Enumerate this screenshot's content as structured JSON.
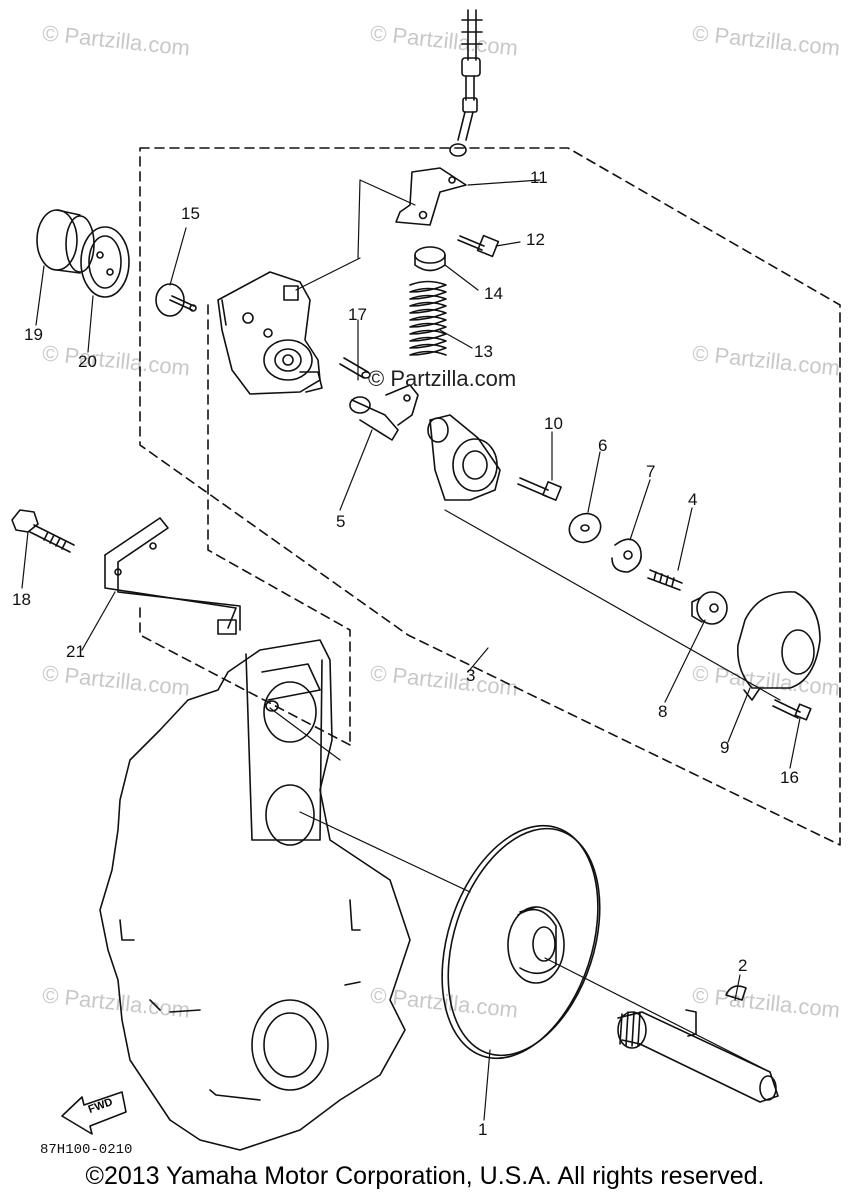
{
  "watermark_text": "© Partzilla.com",
  "center_watermark": "© Partzilla.com",
  "diagram_code": "87H100-0210",
  "fwd_label": "FWD",
  "copyright": "©2013  Yamaha Motor Corporation, U.S.A. All rights reserved.",
  "callouts": {
    "p1": "1",
    "p2": "2",
    "p3": "3",
    "p4": "4",
    "p5": "5",
    "p6": "6",
    "p7": "7",
    "p8": "8",
    "p9": "9",
    "p10": "10",
    "p11": "11",
    "p12": "12",
    "p13": "13",
    "p14": "14",
    "p15": "15",
    "p16": "16",
    "p17": "17",
    "p18": "18",
    "p19": "19",
    "p20": "20",
    "p21": "21"
  },
  "colors": {
    "line": "#111111",
    "watermark": "#c8c8c8",
    "background": "#ffffff"
  }
}
